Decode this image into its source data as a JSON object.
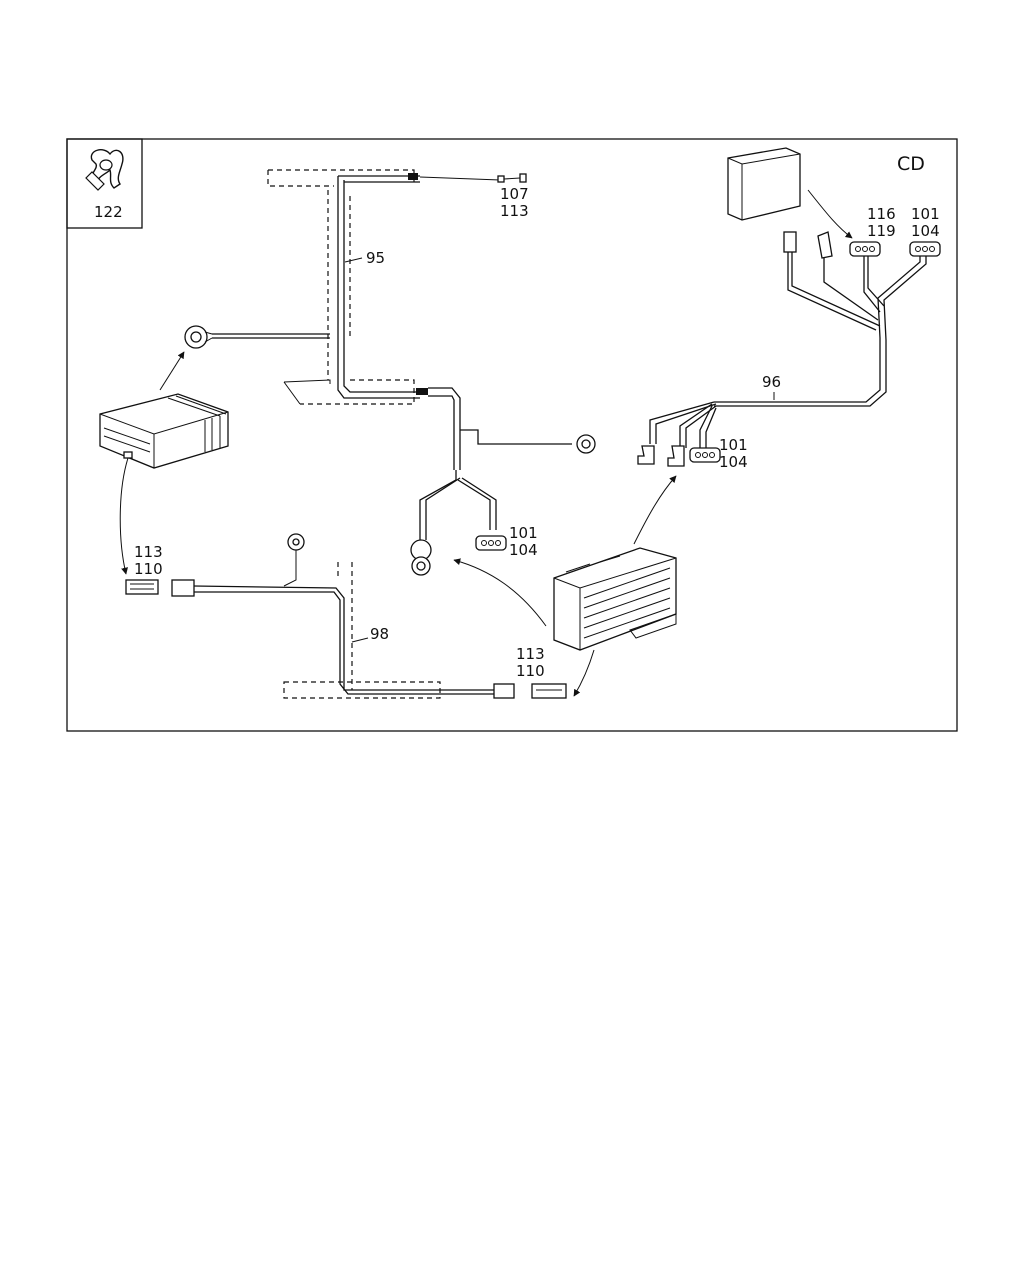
{
  "frame_label": "CD",
  "inset_label": "122",
  "callouts": {
    "c95": "95",
    "c96": "96",
    "c98": "98",
    "top_a": "107",
    "top_b": "113",
    "right_a1": "116",
    "right_a2": "119",
    "right_b1": "101",
    "right_b2": "104",
    "mid_right_a": "101",
    "mid_right_b": "104",
    "mid_a": "101",
    "mid_b": "104",
    "left_a": "113",
    "left_b": "110",
    "bottom_a": "113",
    "bottom_b": "110"
  }
}
